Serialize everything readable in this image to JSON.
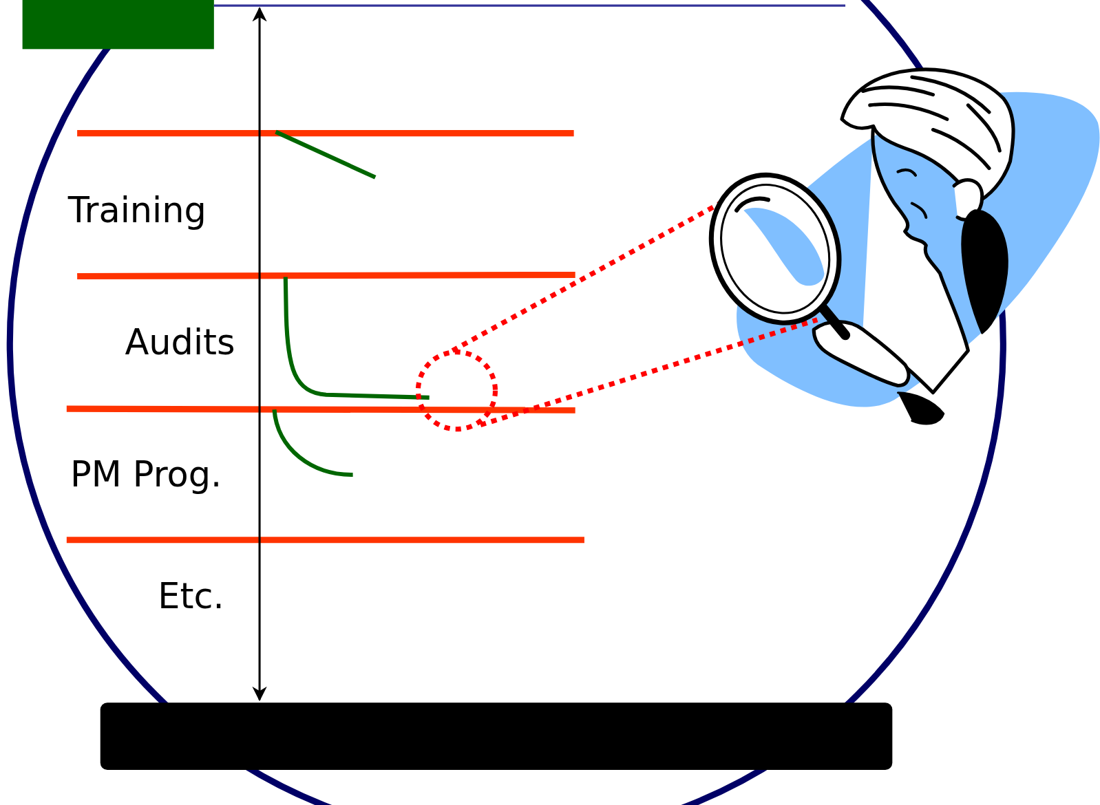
{
  "diagram": {
    "labels": [
      "Training",
      "Audits",
      "PM Prog.",
      "Etc."
    ]
  }
}
